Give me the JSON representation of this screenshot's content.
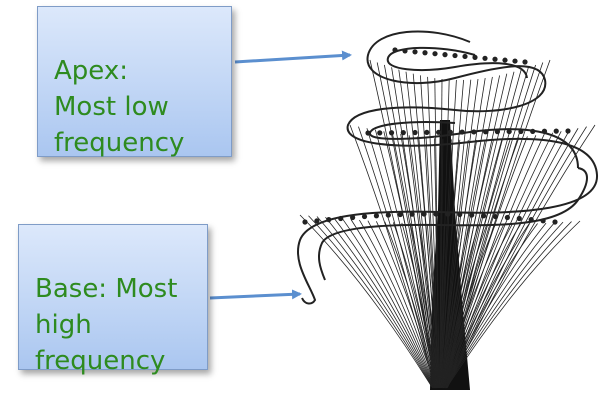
{
  "callouts": {
    "apex": "Apex:\nMost low\nfrequency",
    "base": "Base: Most\nhigh\nfrequency"
  },
  "colors": {
    "text": "#2e8b1f",
    "box_border": "#7f9cc7",
    "arrow": "#5b8fcf",
    "ink": "#1a1a1a"
  },
  "icons": {
    "arrows": "right-arrow-icon",
    "illustration": "cochlea-spiral-illustration"
  }
}
